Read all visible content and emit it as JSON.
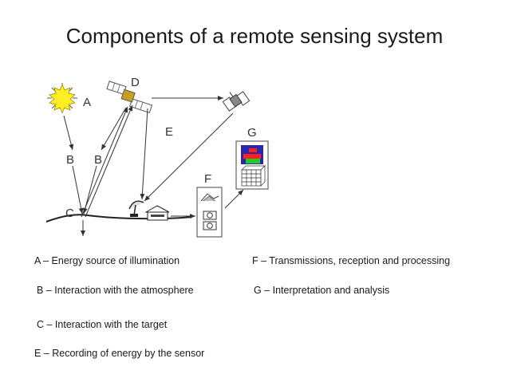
{
  "title": "Components of a remote sensing system",
  "diagram_labels": {
    "a": "A",
    "b1": "B",
    "b2": "B",
    "c": "C",
    "d": "D",
    "e": "E",
    "f": "F",
    "g": "G"
  },
  "legend": {
    "a": "A – Energy source of illumination",
    "b": "B – Interaction with the atmosphere",
    "c": "C – Interaction with the target",
    "e": "E – Recording of energy by the sensor",
    "f": "F – Transmissions, reception and processing",
    "g": "G – Interpretation and analysis"
  },
  "colors": {
    "sun": "#ffee22",
    "image_top": "#2a28a8",
    "image_red": "#ff2020",
    "image_green": "#22cc22"
  },
  "icons": [
    "sun-icon",
    "satellite-icon",
    "relay-satellite-icon",
    "ground-antenna-icon",
    "ground-station-icon",
    "image-display-icon",
    "data-grid-icon",
    "processing-unit-icon"
  ]
}
